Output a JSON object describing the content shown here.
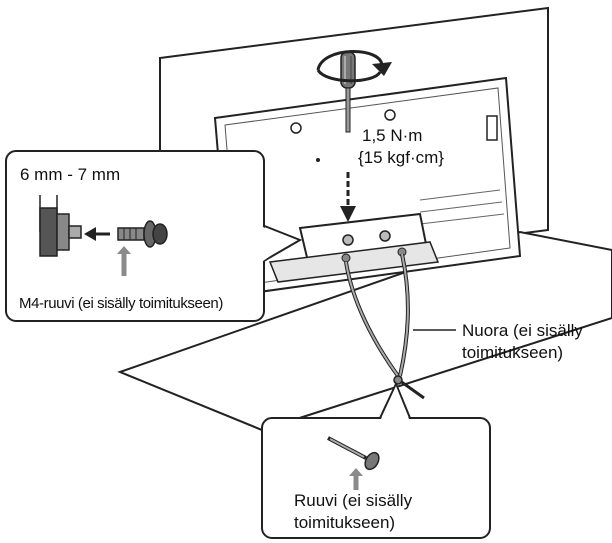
{
  "labels": {
    "torque_line1": "1,5 N·m",
    "torque_line2": "{15 kgf·cm}",
    "gap_range": "6 mm - 7 mm",
    "m4_screw": "M4-ruuvi (ei sisälly toimitukseen)",
    "cord_line1": "Nuora (ei sisälly",
    "cord_line2": "toimitukseen)",
    "screw_line1": "Ruuvi (ei sisälly",
    "screw_line2": "toimitukseen)"
  },
  "colors": {
    "line": "#222222",
    "shade": "#9a9a9a",
    "light_shade": "#cfcfcf"
  },
  "icons": [
    "screwdriver-icon",
    "rotation-arrow-icon",
    "down-arrow-icon",
    "left-arrow-icon",
    "m4-screw-icon",
    "wood-screw-icon",
    "cord-icon"
  ]
}
